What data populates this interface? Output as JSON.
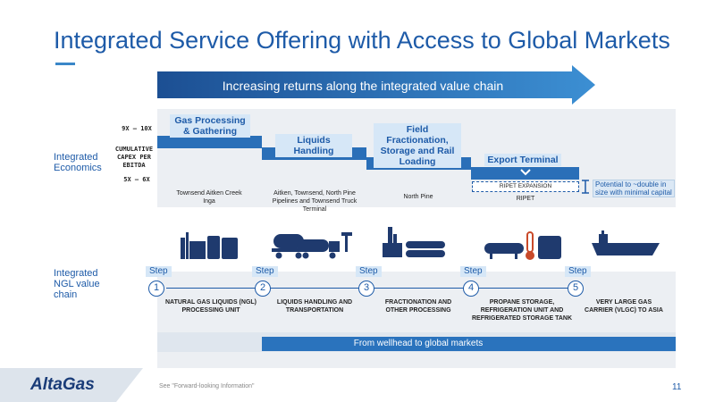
{
  "title": "Integrated Service Offering with Access to Global Markets",
  "banner": "Increasing returns along the integrated value chain",
  "left_labels": {
    "economics": "Integrated Economics",
    "ngl_chain": "Integrated NGL value chain"
  },
  "scale": {
    "top": "9X – 10X",
    "middle": "CUMULATIVE CAPEX PER EBITDA",
    "bottom": "5X – 6X"
  },
  "stages": [
    {
      "label": "Gas Processing & Gathering",
      "assets": "Townsend Aitken Creek Inga",
      "step": "Step",
      "number": "1",
      "desc": "NATURAL GAS LIQUIDS (NGL) PROCESSING UNIT"
    },
    {
      "label": "Liquids Handling",
      "assets": "Aitken, Townsend, North Pine Pipelines and Townsend Truck Terminal",
      "step": "Step",
      "number": "2",
      "desc": "LIQUIDS HANDLING AND TRANSPORTATION"
    },
    {
      "label": "Field Fractionation, Storage and Rail Loading",
      "assets": "North Pine",
      "step": "Step",
      "number": "3",
      "desc": "FRACTIONATION AND OTHER PROCESSING"
    },
    {
      "label": "Export Terminal",
      "assets": "RIPET",
      "step": "Step",
      "number": "4",
      "desc": "PROPANE STORAGE, REFRIGERATION UNIT AND REFRIGERATED STORAGE TANK"
    },
    {
      "label": "",
      "assets": "",
      "step": "Step",
      "number": "5",
      "desc": "VERY LARGE GAS CARRIER (VLGC) TO ASIA"
    }
  ],
  "ripet_expansion": "RIPET EXPANSION",
  "potential_note": "Potential to ~double in size with minimal capital",
  "bottom_banner": "From wellhead to global markets",
  "footer": {
    "logo": "AltaGas",
    "note": "See \"Forward-looking Information\"",
    "page": "11"
  },
  "colors": {
    "brand_blue": "#1e5ba8",
    "accent_blue": "#2a6fb8",
    "banner_light": "#3a87c8"
  }
}
